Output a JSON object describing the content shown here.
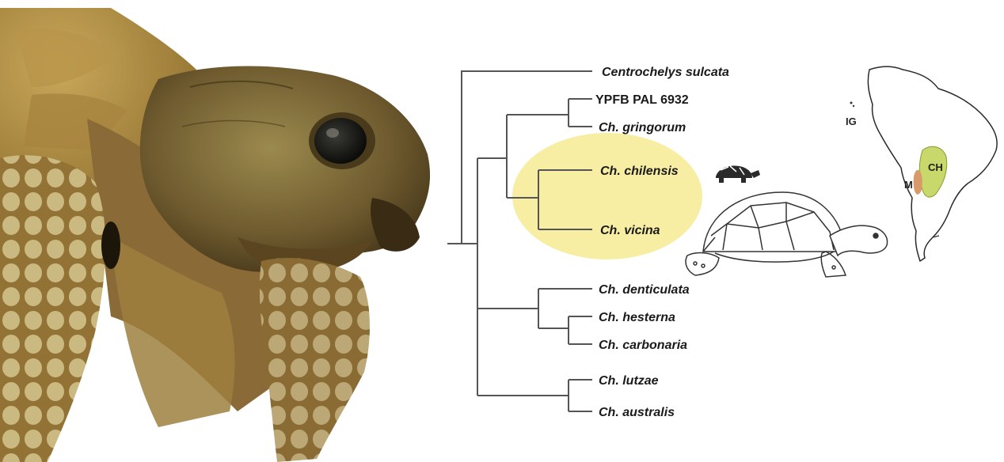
{
  "tree": {
    "taxa": [
      {
        "label": "Centrochelys sulcata",
        "italic": true
      },
      {
        "label": "YPFB PAL 6932",
        "italic": false
      },
      {
        "label": "Ch. gringorum",
        "italic": true
      },
      {
        "label": "Ch. chilensis",
        "italic": true
      },
      {
        "label": "Ch. vicina",
        "italic": true
      },
      {
        "label": "Ch. denticulata",
        "italic": true
      },
      {
        "label": "Ch. hesterna",
        "italic": true
      },
      {
        "label": "Ch. carbonaria",
        "italic": true
      },
      {
        "label": "Ch. lutzae",
        "italic": true
      },
      {
        "label": "Ch. australis",
        "italic": true
      }
    ],
    "highlight_color": "#f7eea3"
  },
  "map": {
    "labels": [
      "IG",
      "CH",
      "M"
    ],
    "range_color": "#c8d86a",
    "range_color_2": "#d99a6a"
  },
  "images": {
    "photo": "tortoise-head-photo",
    "drawing": "tortoise-line-drawing",
    "small_icon": "tortoise-silhouette-icon"
  }
}
